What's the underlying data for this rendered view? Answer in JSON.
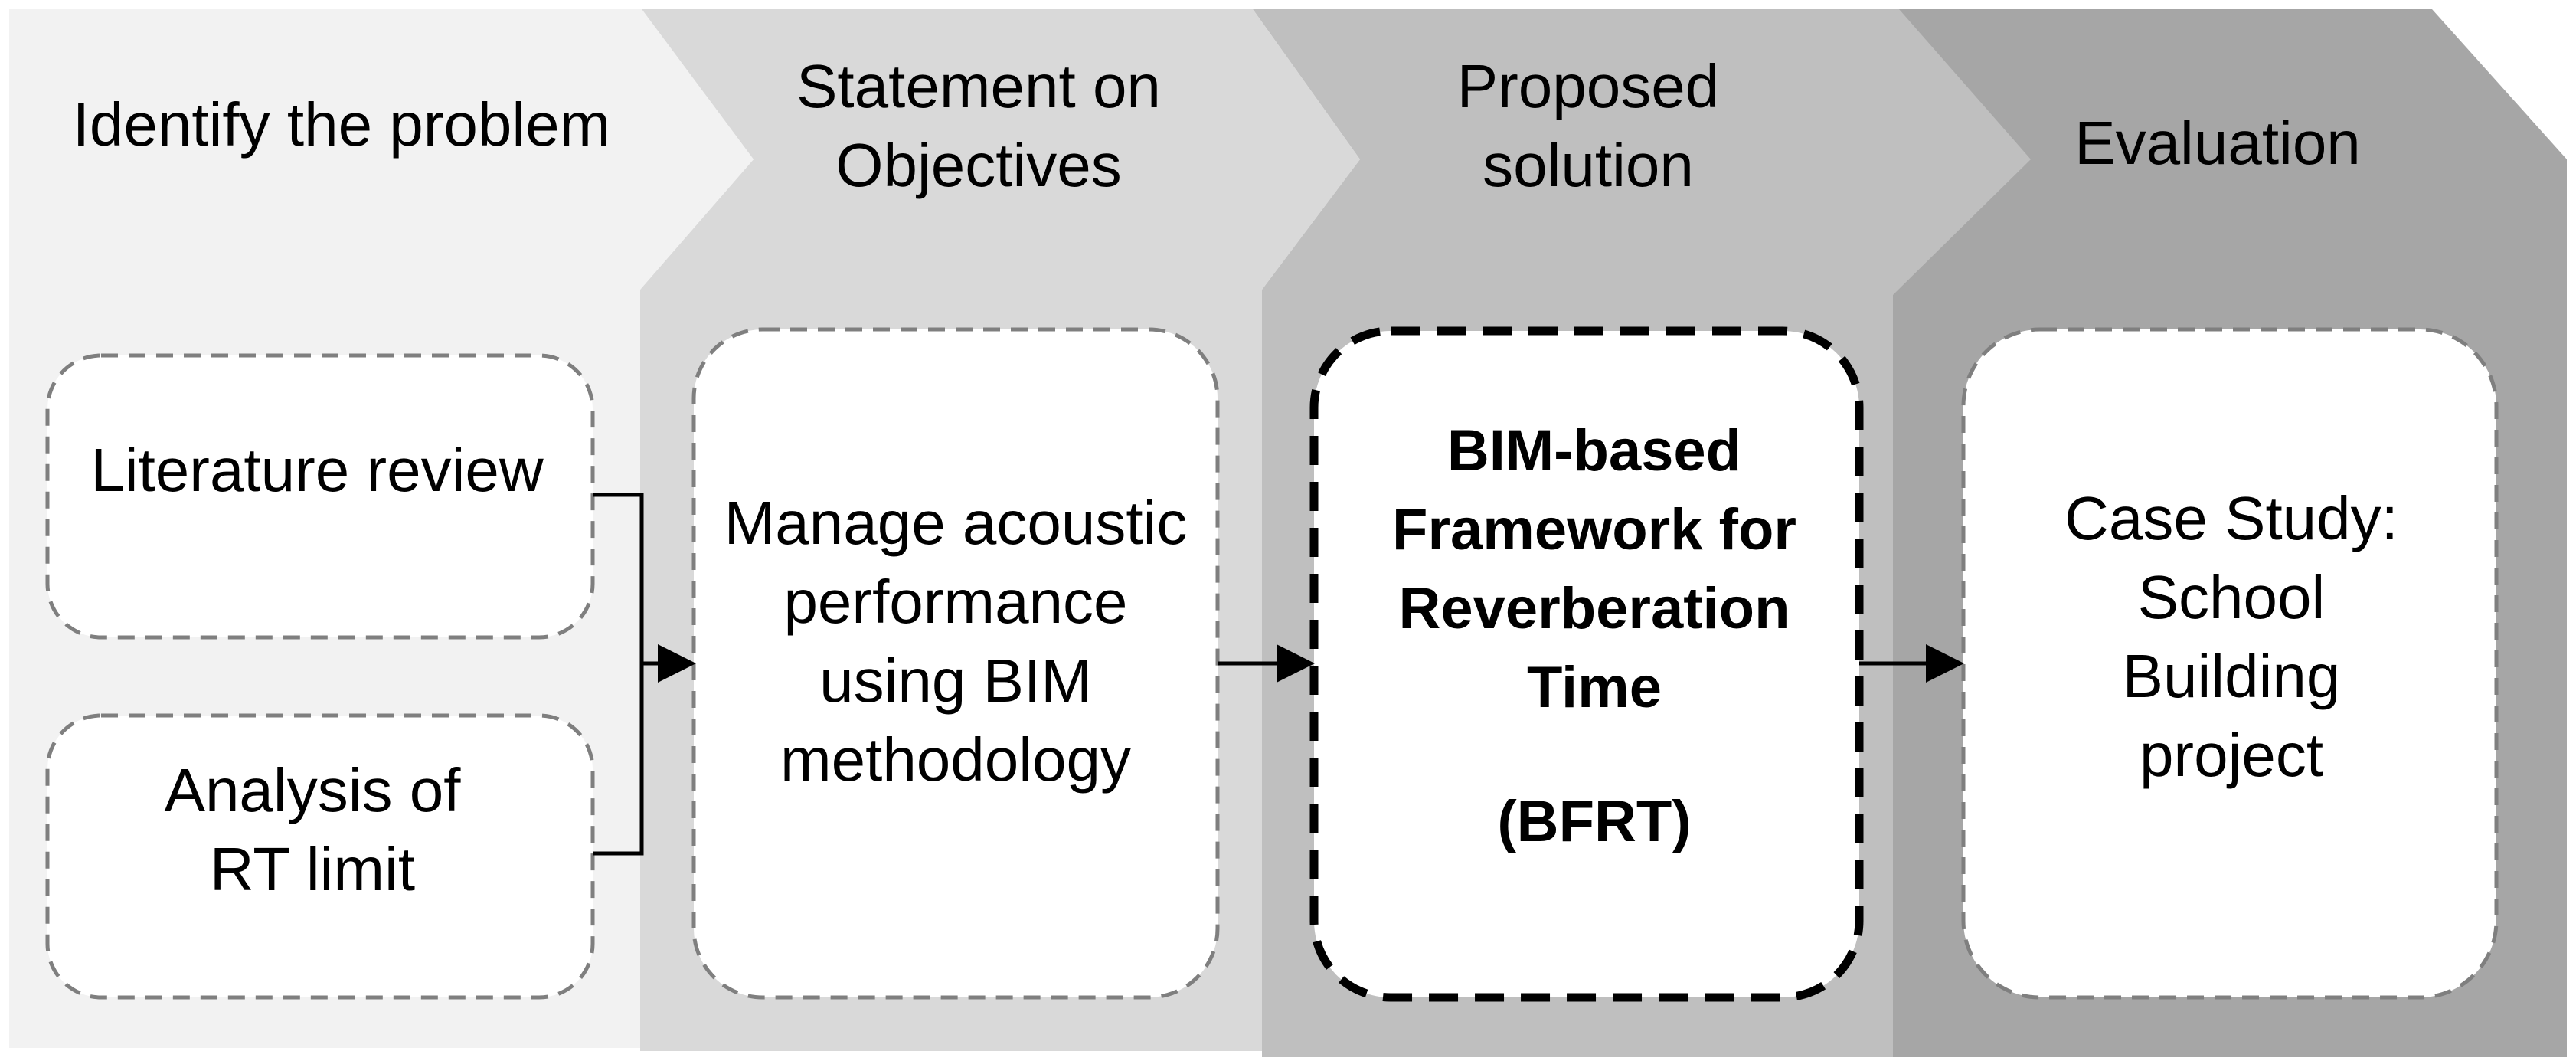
{
  "colors": {
    "stage1": "#f2f2f2",
    "stage2": "#d9d9d9",
    "stage3": "#bfbfbf",
    "stage4": "#a6a6a6",
    "box_fill": "#ffffff",
    "dashed_light": "#7f7f7f",
    "dashed_bold": "#000000",
    "arrow": "#000000"
  },
  "stages": [
    {
      "title": [
        "Identify the problem"
      ],
      "boxes": [
        {
          "lines": [
            "Literature review"
          ]
        },
        {
          "lines": [
            "Analysis of",
            "RT limit"
          ]
        }
      ]
    },
    {
      "title": [
        "Statement on",
        "Objectives"
      ],
      "boxes": [
        {
          "lines": [
            "Manage acoustic",
            "performance",
            "using BIM",
            "methodology"
          ]
        }
      ]
    },
    {
      "title": [
        "Proposed",
        "solution"
      ],
      "boxes": [
        {
          "lines": [
            "BIM-based",
            "Framework for",
            "Reverberation",
            "Time"
          ],
          "extra": "(BFRT)"
        }
      ]
    },
    {
      "title": [
        "Evaluation"
      ],
      "boxes": [
        {
          "lines": [
            "Case Study:",
            "School",
            "Building",
            "project"
          ]
        }
      ]
    }
  ]
}
